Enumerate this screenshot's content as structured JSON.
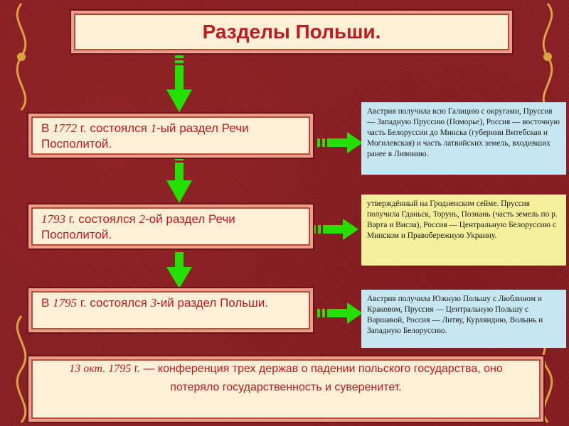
{
  "title": "Разделы Польши.",
  "steps": [
    {
      "prefix": "В ",
      "year": "1772",
      "mid": " г. состоялся ",
      "num": "1",
      "suffix": "-ый раздел Речи Посполитой."
    },
    {
      "prefix": " ",
      "year": "1793",
      "mid": " г. состоялся ",
      "num": "2",
      "suffix": "-ой раздел Речи Посполитой."
    },
    {
      "prefix": "В ",
      "year": "1795",
      "mid": " г. состоялся ",
      "num": "3",
      "suffix": "-ий раздел Польши."
    }
  ],
  "notes": [
    "Австрия получила всю Галицию с округами, Пруссия — Западную Пруссию (Поморье), Россия — восточную часть Белоруссии до Минска (губернии Витебская и Могилевская) и часть латвийских земель, входивших ранее в Ливонию.",
    "утверждённый на Гродненском сейме. Пруссия получила Гданьск, Торунь, Познань (часть земель по р. Варта и Висла), Россия — Центральную Белоруссию с Минском и Правобережную Украину.",
    "Австрия получила Южную Польшу с Люблином и Краковом, Пруссия — Центральную Польшу с Варшавой, Россия — Литву, Курляндию, Волынь и Западную Белоруссию."
  ],
  "conference": {
    "date": "13 окт. 1795",
    "line1_rest": " г. — конференция трех держав о падении польского государства, оно",
    "line2": "потеряло государственность и суверенитет."
  },
  "colors": {
    "accent": "#c0191f",
    "arrow": "#22e000",
    "background": "#8a1f23"
  }
}
